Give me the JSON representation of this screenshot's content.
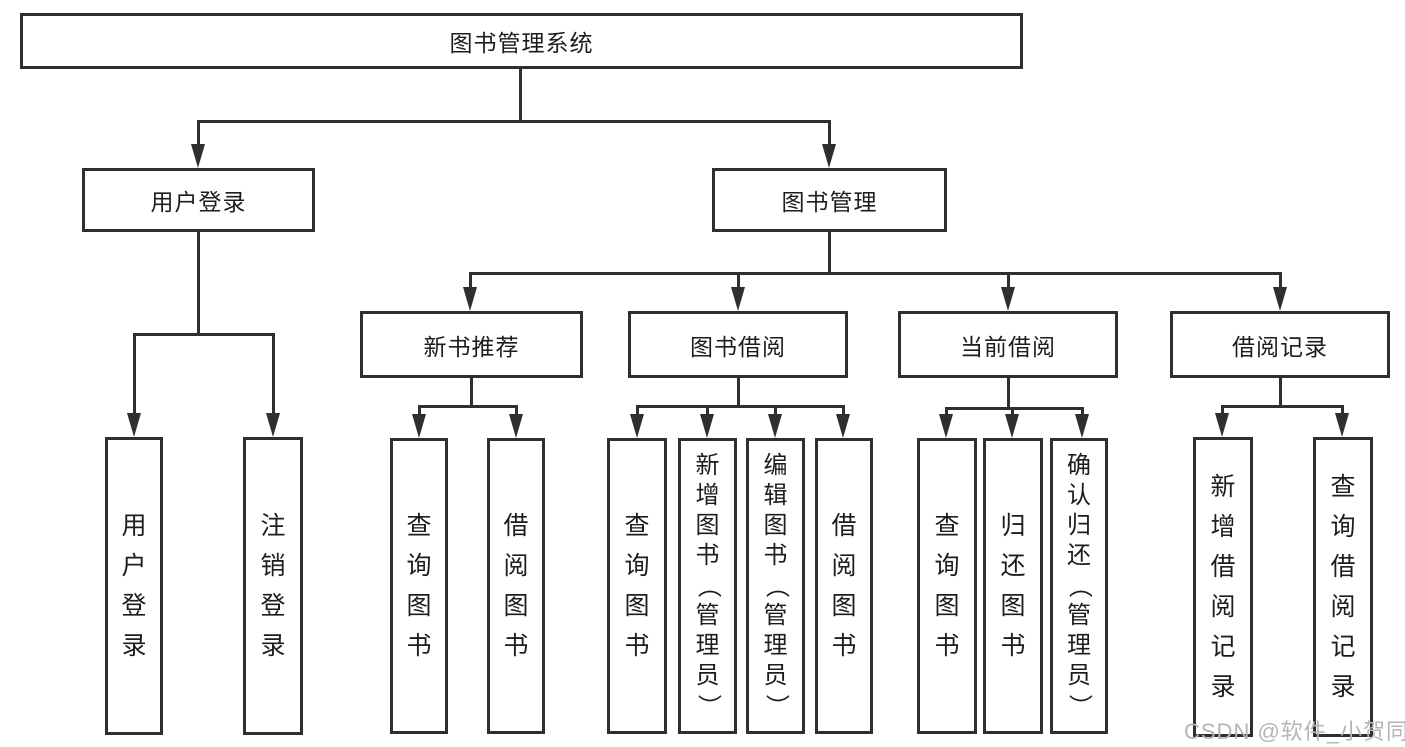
{
  "diagram": {
    "root": {
      "label": "图书管理系统"
    },
    "level2": [
      {
        "id": "login",
        "label": "用户登录"
      },
      {
        "id": "management",
        "label": "图书管理"
      }
    ],
    "level3": [
      {
        "id": "new-books",
        "label": "新书推荐"
      },
      {
        "id": "borrowing",
        "label": "图书借阅"
      },
      {
        "id": "current",
        "label": "当前借阅"
      },
      {
        "id": "records",
        "label": "借阅记录"
      }
    ],
    "leaves": {
      "login": [
        {
          "label": "用户登录"
        },
        {
          "label": "注销登录"
        }
      ],
      "new_books": [
        {
          "label": "查询图书"
        },
        {
          "label": "借阅图书"
        }
      ],
      "borrowing": [
        {
          "label": "查询图书"
        },
        {
          "label": "新增图书（管理员）"
        },
        {
          "label": "编辑图书（管理员）"
        },
        {
          "label": "借阅图书"
        }
      ],
      "current": [
        {
          "label": "查询图书"
        },
        {
          "label": "归还图书"
        },
        {
          "label": "确认归还（管理员）"
        }
      ],
      "records": [
        {
          "label": "新增借阅记录"
        },
        {
          "label": "查询借阅记录"
        }
      ]
    }
  },
  "watermark": {
    "text": "CSDN @软件_小贺同学"
  },
  "colors": {
    "line": "#2f2f2f",
    "text": "#1d1d1f",
    "bg": "#ffffff",
    "watermark": "#b5b5b5"
  }
}
